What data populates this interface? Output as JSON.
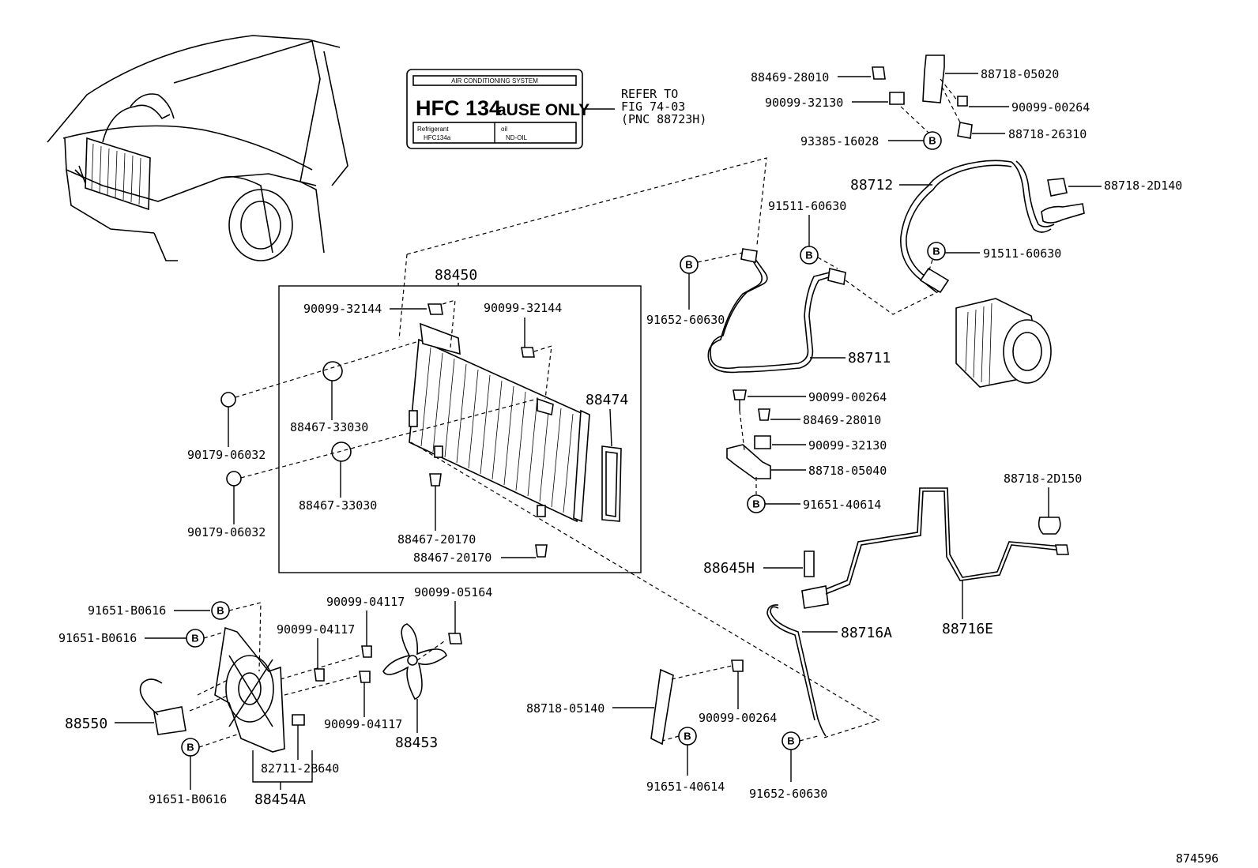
{
  "sticker": {
    "header": "AIR CONDITIONING SYSTEM",
    "main": "HFC 134",
    "main_suffix": "aUSE ONLY",
    "refrigerant_label": "Refrigerant",
    "refrigerant_value": "HFC134a",
    "oil_label": "oil",
    "oil_value": "ND-OIL"
  },
  "refer": {
    "line1": "REFER TO",
    "line2": "FIG 74-03",
    "line3": "(PNC 88723H)"
  },
  "parts": {
    "p88469_28010_top": "88469-28010",
    "p90099_32130_top": "90099-32130",
    "p93385_16028": "93385-16028",
    "p88718_05020": "88718-05020",
    "p90099_00264_top": "90099-00264",
    "p88718_26310": "88718-26310",
    "p88712": "88712",
    "p88718_2D140": "88718-2D140",
    "p91511_60630_a": "91511-60630",
    "p91511_60630_b": "91511-60630",
    "p91652_60630_top": "91652-60630",
    "p88711": "88711",
    "p90099_00264_mid": "90099-00264",
    "p88469_28010_mid": "88469-28010",
    "p90099_32130_mid": "90099-32130",
    "p88718_05040": "88718-05040",
    "p91651_40614_mid": "91651-40614",
    "p88718_2D150": "88718-2D150",
    "p88645H": "88645H",
    "p88716A": "88716A",
    "p88716E": "88716E",
    "p88450": "88450",
    "p90099_32144_a": "90099-32144",
    "p90099_32144_b": "90099-32144",
    "p88474": "88474",
    "p88467_33030_a": "88467-33030",
    "p88467_33030_b": "88467-33030",
    "p90179_06032_a": "90179-06032",
    "p90179_06032_b": "90179-06032",
    "p88467_20170_a": "88467-20170",
    "p88467_20170_b": "88467-20170",
    "p91651_B0616_a": "91651-B0616",
    "p91651_B0616_b": "91651-B0616",
    "p91651_B0616_c": "91651-B0616",
    "p90099_04117_a": "90099-04117",
    "p90099_04117_b": "90099-04117",
    "p90099_04117_c": "90099-04117",
    "p90099_05164": "90099-05164",
    "p88550": "88550",
    "p88453": "88453",
    "p82711_2B640": "82711-2B640",
    "p88454A": "88454A",
    "p88718_05140": "88718-05140",
    "p90099_00264_low": "90099-00264",
    "p91651_40614_low": "91651-40614",
    "p91652_60630_low": "91652-60630"
  },
  "marker_letter": "B",
  "figure_id": "874596"
}
